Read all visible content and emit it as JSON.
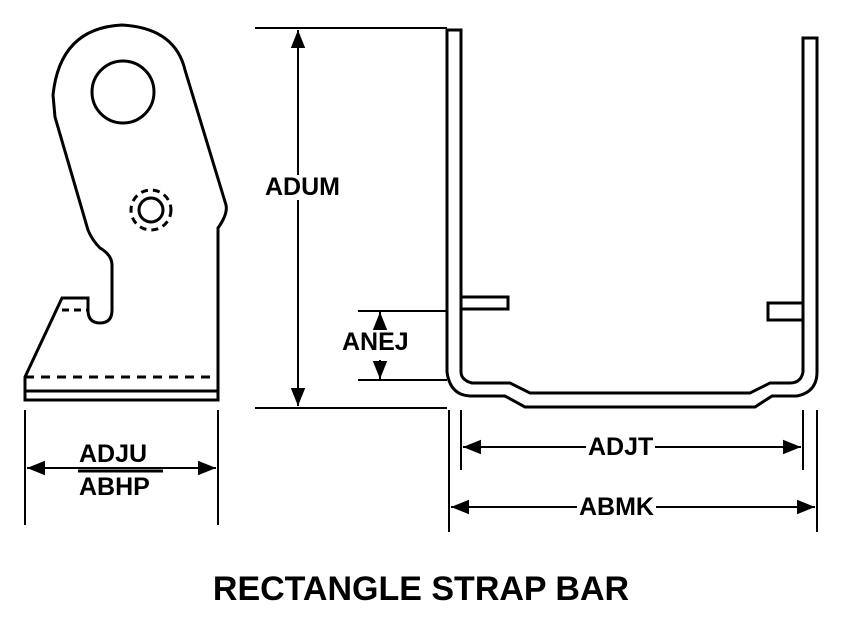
{
  "title": "RECTANGLE STRAP BAR",
  "dimensions": {
    "adum": "ADUM",
    "anej": "ANEJ",
    "adju": "ADJU",
    "abhp": "ABHP",
    "adjt": "ADJT",
    "abmk": "ABMK"
  },
  "colors": {
    "line": "#000000",
    "background": "#ffffff"
  }
}
